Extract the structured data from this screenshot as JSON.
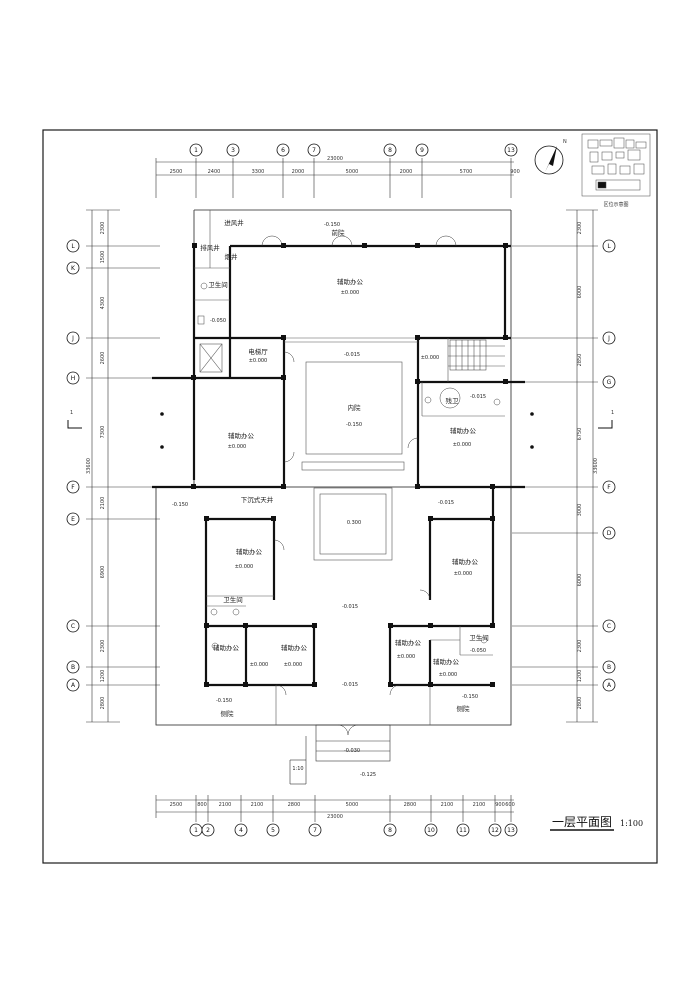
{
  "drawing": {
    "title": "一层平面图",
    "scale": "1:100",
    "location_caption": "区位示意图",
    "north_label": "N"
  },
  "axes": {
    "top": [
      "1",
      "3",
      "6",
      "7",
      "8",
      "9",
      "13"
    ],
    "bottom": [
      "1",
      "2",
      "4",
      "5",
      "7",
      "8",
      "10",
      "11",
      "12",
      "13"
    ],
    "left": [
      "L",
      "K",
      "J",
      "H",
      "F",
      "E",
      "C",
      "B",
      "A"
    ],
    "right": [
      "L",
      "J",
      "G",
      "F",
      "D",
      "C",
      "B",
      "A"
    ]
  },
  "dimensions": {
    "top_total": "23000",
    "top": [
      "2500",
      "2400",
      "3300",
      "2000",
      "5000",
      "2000",
      "5700",
      "900"
    ],
    "bottom_total": "23000",
    "bottom": [
      "2500",
      "800",
      "2100",
      "2100",
      "2800",
      "5000",
      "2800",
      "2100",
      "2100",
      "900",
      "600"
    ],
    "left_total": "33600",
    "left": [
      "2300",
      "1500",
      "4300",
      "2600",
      "7300",
      "2100",
      "6900",
      "2300",
      "1200",
      "2800"
    ],
    "right_total": "33600",
    "right": [
      "2300",
      "6000",
      "2850",
      "6750",
      "3000",
      "6000",
      "2300",
      "1200",
      "2800"
    ]
  },
  "rooms": {
    "front_yard": "前院",
    "office_top": "辅助办公",
    "exhaust": "排风井",
    "intake": "进风井",
    "shaft": "烟井",
    "wc_left": "卫生间",
    "elevator": "电梯厅",
    "office_left": "辅助办公",
    "inner_court": "内院",
    "office_right_upper": "辅助办公",
    "wc_right_upper": "残卫",
    "sunken_well": "下沉式天井",
    "office_mid_left": "辅助办公",
    "wc_mid": "卫生间",
    "office_right_mid": "辅助办公",
    "office_lower_left_a": "辅助办公",
    "office_lower_left_b": "辅助办公",
    "office_lower_right_a": "辅助办公",
    "office_lower_right_b": "辅助办公",
    "wc_lower_right": "卫生间",
    "side_yard_left": "侧院",
    "side_yard_right": "侧院"
  },
  "levels": {
    "front_yard": "-0.150",
    "office_top": "±0.000",
    "wc_left": "-0.050",
    "elevator": "±0.000",
    "corridor_top": "-0.015",
    "stair": "±0.000",
    "inner_court": "-0.150",
    "office_left": "±0.000",
    "wc_right_upper": "-0.015",
    "office_right_upper": "±0.000",
    "side_left_top": "-0.150",
    "right_mid_top": "-0.015",
    "pavilion": "0.300",
    "office_mid_left": "±0.000",
    "court_floor": "-0.015",
    "office_right_mid": "±0.000",
    "office_lower_right_a": "±0.000",
    "wc_lower_right": "-0.050",
    "office_lower_right_b": "±0.000",
    "office_lower_left_a": "±0.000",
    "office_lower_left_b": "±0.000",
    "court_lower": "-0.015",
    "side_yard_left": "-0.150",
    "side_yard_right": "-0.150",
    "entry_step": "-0.030",
    "entry_ground": "-0.125"
  },
  "ramp_label": "1:10",
  "section_marks": [
    "1",
    "1"
  ],
  "colors": {
    "line": "#1a1a1a",
    "wall": "#111111",
    "thin": "#555555",
    "paper": "#ffffff"
  }
}
